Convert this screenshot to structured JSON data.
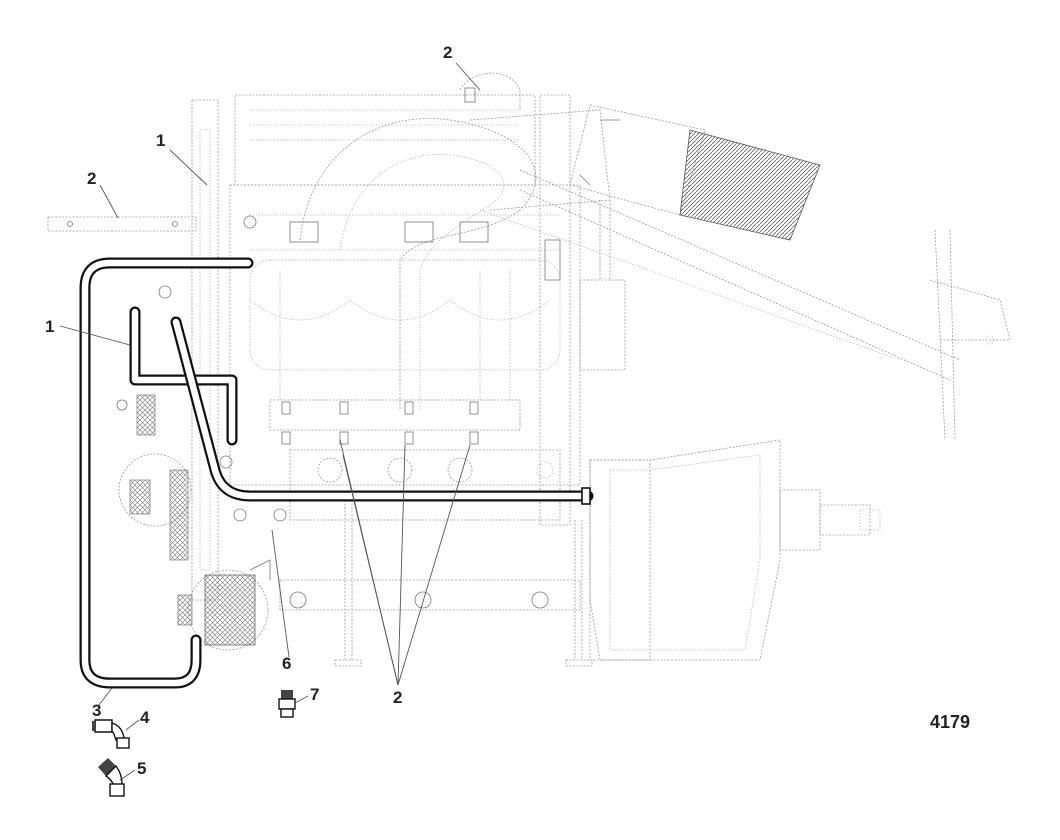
{
  "figure": {
    "number": "4179"
  },
  "callouts": [
    {
      "id": "callout-2-top",
      "label": "2"
    },
    {
      "id": "callout-1-top",
      "label": "1"
    },
    {
      "id": "callout-2-left",
      "label": "2"
    },
    {
      "id": "callout-1-left",
      "label": "1"
    },
    {
      "id": "callout-3",
      "label": "3"
    },
    {
      "id": "callout-4",
      "label": "4"
    },
    {
      "id": "callout-5",
      "label": "5"
    },
    {
      "id": "callout-6",
      "label": "6"
    },
    {
      "id": "callout-7",
      "label": "7"
    },
    {
      "id": "callout-2-bottom",
      "label": "2"
    }
  ]
}
